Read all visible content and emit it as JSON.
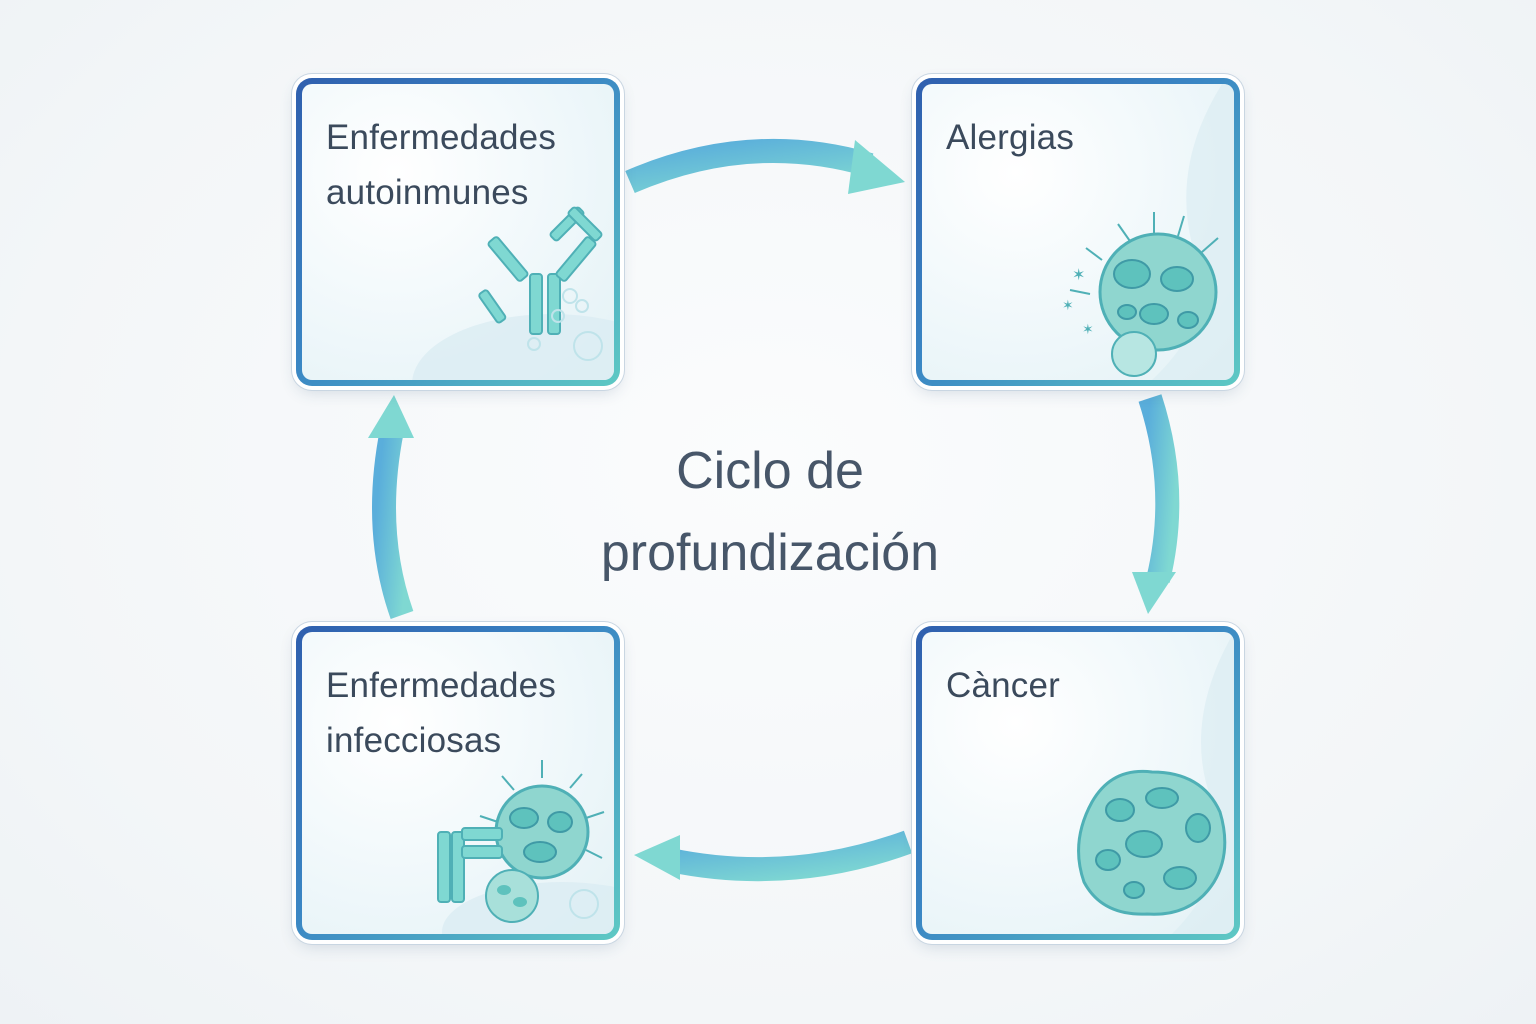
{
  "diagram": {
    "center_title": [
      "Ciclo de",
      "profundización"
    ],
    "cards": [
      {
        "id": "autoinmunes",
        "title": [
          "Enfermedades",
          "autoinmunes"
        ],
        "illustration": "antibody-icon"
      },
      {
        "id": "alergias",
        "title": [
          "Alergias"
        ],
        "illustration": "allergen-cell-icon"
      },
      {
        "id": "cancer",
        "title": [
          "Càncer"
        ],
        "illustration": "tumor-cell-icon"
      },
      {
        "id": "infecciosas",
        "title": [
          "Enfermedades",
          "infecciosas"
        ],
        "illustration": "virus-icon"
      }
    ],
    "flow": [
      "autoinmunes",
      "alergias",
      "cancer",
      "infecciosas",
      "autoinmunes"
    ],
    "colors": {
      "frame_dark": "#2f5fae",
      "frame_light": "#5ec9c4",
      "arrow_start": "#5aaedb",
      "arrow_end": "#7fd8d2",
      "text": "#3b4a5c",
      "cell_fill": "#8fd6cf"
    }
  }
}
